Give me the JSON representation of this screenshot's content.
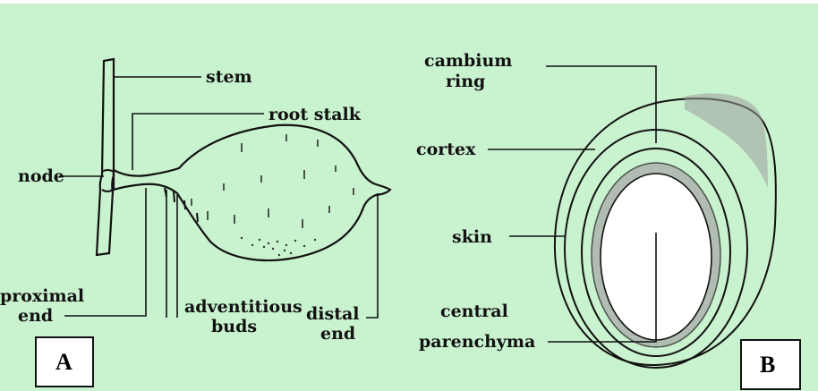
{
  "colors": {
    "background": "#c9f2cf",
    "ink": "#111111",
    "box_fill": "#ffffff",
    "stipple": "#8a8a8a"
  },
  "panel_a": {
    "letter": "A",
    "labels": {
      "stem": "stem",
      "root_stalk": "root stalk",
      "node": "node",
      "proximal_line1": "proximal",
      "proximal_line2": "end",
      "adventitious_line1": "adventitious",
      "adventitious_line2": "buds",
      "distal_line1": "distal",
      "distal_line2": "end"
    }
  },
  "panel_b": {
    "letter": "B",
    "labels": {
      "cambium_line1": "cambium",
      "cambium_line2": "ring",
      "cortex": "cortex",
      "skin": "skin",
      "central_line1": "central",
      "central_line2": "parenchyma"
    }
  }
}
